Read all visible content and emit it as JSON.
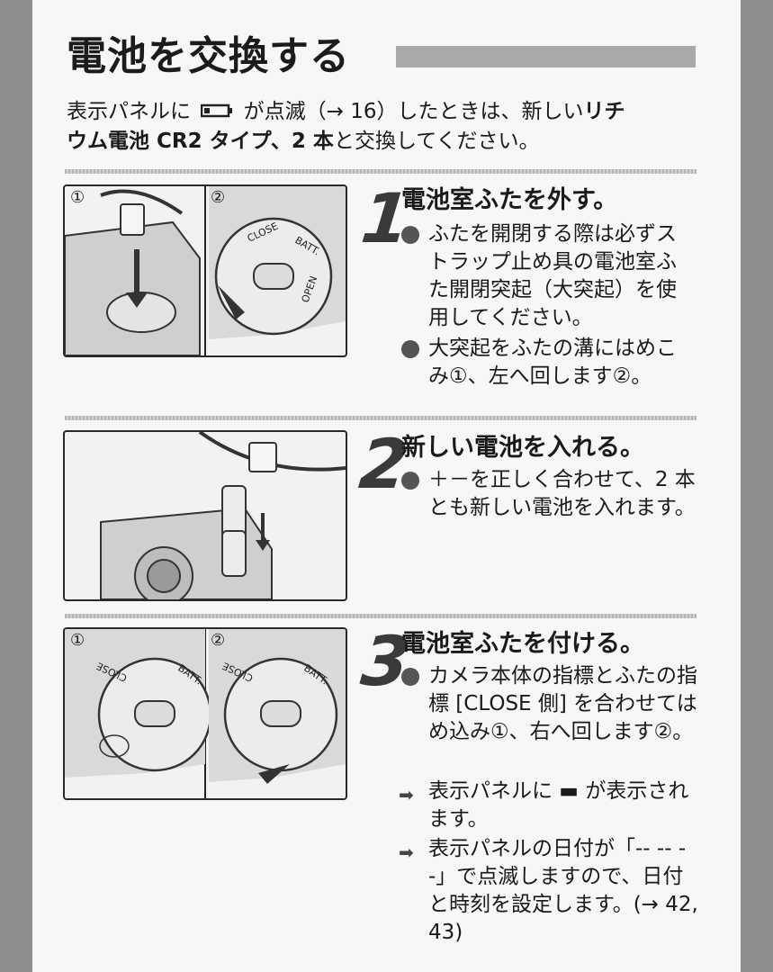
{
  "title": "電池を交換する",
  "intro": {
    "part1": "表示パネルに",
    "part2": "が点滅（→ 16）したときは、新しい",
    "bold1": "リチ",
    "bold2": "ウム電池 CR2 タイプ、2 本",
    "part3": "と交換してください。"
  },
  "steps": [
    {
      "number": "1",
      "heading": "電池室ふたを外す。",
      "bullets": [
        {
          "type": "dot",
          "text": "ふたを開閉する際は必ずストラップ止め具の電池室ふた開閉突起（大突起）を使用してください。"
        },
        {
          "type": "dot",
          "text": "大突起をふたの溝にはめこみ①、左へ回します②。"
        }
      ],
      "fig_labels": [
        "①",
        "②"
      ]
    },
    {
      "number": "2",
      "heading": "新しい電池を入れる。",
      "bullets": [
        {
          "type": "dot",
          "text": "＋－を正しく合わせて、2 本とも新しい電池を入れます。"
        }
      ]
    },
    {
      "number": "3",
      "heading": "電池室ふたを付ける。",
      "bullets": [
        {
          "type": "dot",
          "text": "カメラ本体の指標とふたの指標 [CLOSE 側] を合わせてはめ込み①、右へ回します②。"
        },
        {
          "type": "arrow",
          "text": "表示パネルに ▬ が表示されます。"
        },
        {
          "type": "arrow",
          "text": "表示パネルの日付が「-- -- --」で点滅しますので、日付と時刻を設定します。(→ 42, 43)"
        }
      ],
      "fig_labels": [
        "①",
        "②"
      ]
    }
  ],
  "cover_text": {
    "batt": "BATT.",
    "close": "CLOSE",
    "open": "OPEN"
  },
  "arrow_glyph": "➡"
}
